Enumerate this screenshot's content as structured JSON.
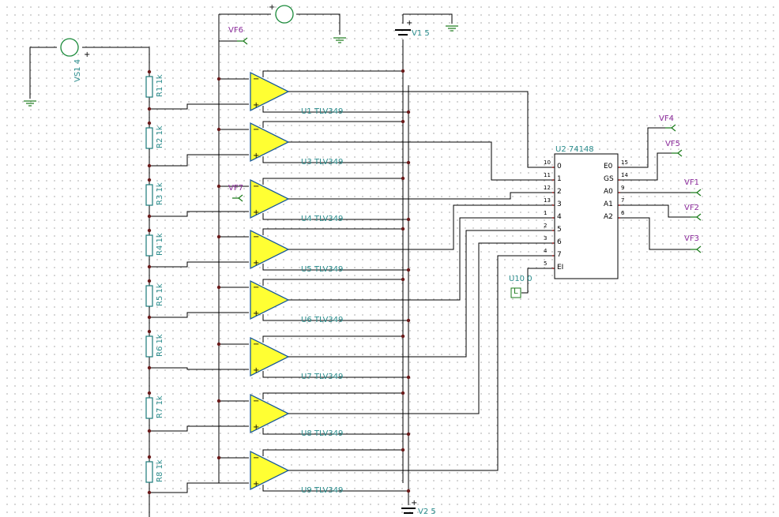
{
  "sources": {
    "vs1": "VS1 4",
    "v1": "V1 5",
    "v2": "V2 5",
    "u10": "U10 0",
    "u10_symbol": "L"
  },
  "resistors": [
    "R1 1k",
    "R2 1k",
    "R3 1k",
    "R4 1k",
    "R5 1k",
    "R6 1k",
    "R7 1k",
    "R8 1k"
  ],
  "comparators": [
    {
      "label": "U1 TLV349"
    },
    {
      "label": "U3 TLV349"
    },
    {
      "label": "U4 TLV349"
    },
    {
      "label": "U5 TLV349"
    },
    {
      "label": "U6 TLV349"
    },
    {
      "label": "U7 TLV349"
    },
    {
      "label": "U8 TLV349"
    },
    {
      "label": "U9 TLV349"
    }
  ],
  "encoder": {
    "label": "U2 74148",
    "inputs": [
      {
        "name": "0",
        "pin": "10"
      },
      {
        "name": "1",
        "pin": "11"
      },
      {
        "name": "2",
        "pin": "12"
      },
      {
        "name": "3",
        "pin": "13"
      },
      {
        "name": "4",
        "pin": "1"
      },
      {
        "name": "5",
        "pin": "2"
      },
      {
        "name": "6",
        "pin": "3"
      },
      {
        "name": "7",
        "pin": "4"
      },
      {
        "name": "EI",
        "pin": "5"
      }
    ],
    "outputs": [
      {
        "name": "E0",
        "pin": "15"
      },
      {
        "name": "GS",
        "pin": "14"
      },
      {
        "name": "A0",
        "pin": "9"
      },
      {
        "name": "A1",
        "pin": "7"
      },
      {
        "name": "A2",
        "pin": "6"
      }
    ]
  },
  "probes": {
    "vf1": "VF1",
    "vf2": "VF2",
    "vf3": "VF3",
    "vf4": "VF4",
    "vf5": "VF5",
    "vf6": "VF6",
    "vf7": "VF7"
  },
  "colors": {
    "comparator_fill": "#ffff33",
    "label": "#2a8c8c",
    "probe": "#8a2a9a",
    "ground": "#1a7a1a"
  }
}
